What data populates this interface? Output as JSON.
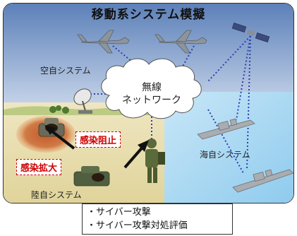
{
  "title": "移動系システム模擬",
  "regions": {
    "air": "空自システム",
    "sea": "海自システム",
    "ground": "陸自システム"
  },
  "network": {
    "line1": "無線",
    "line2": "ネットワーク"
  },
  "tags": {
    "block": "感染阻止",
    "spread": "感染拡大"
  },
  "attack_list": [
    "・サイバー攻撃",
    "・サイバー攻撃対処評価"
  ],
  "colors": {
    "sky_top": "#5a7fb8",
    "ground": "#e6ddb0",
    "sea": "#9fd2ef",
    "accent_red": "#d00000",
    "link_blue": "#2a3fb0"
  }
}
